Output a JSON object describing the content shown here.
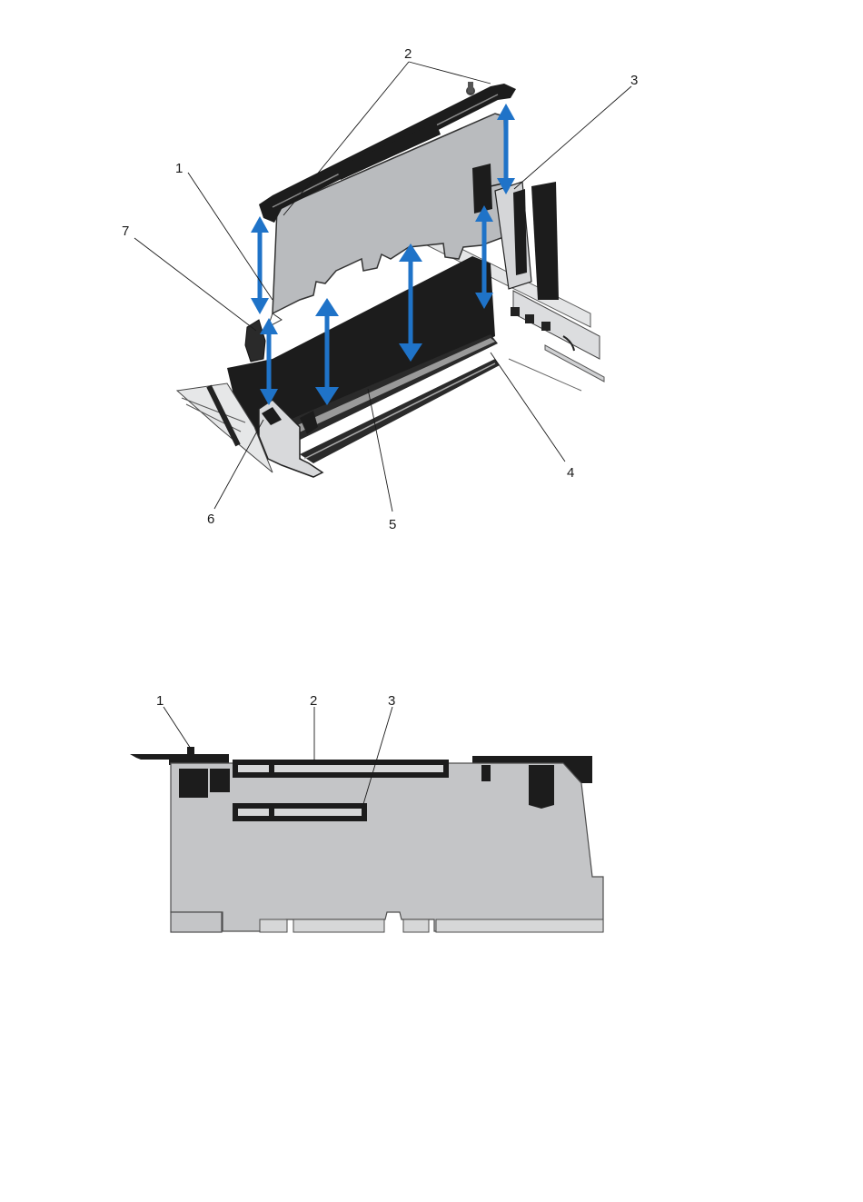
{
  "figure_top": {
    "callouts": [
      "1",
      "2",
      "3",
      "4",
      "5",
      "6",
      "7"
    ]
  },
  "figure_bottom": {
    "callouts": [
      "1",
      "2",
      "3"
    ]
  },
  "colors": {
    "arrow": "#1f73c8",
    "card": "#b9bbbe",
    "dark": "#1c1c1c",
    "board": "#c4c5c7",
    "line": "#1a1a1a"
  }
}
